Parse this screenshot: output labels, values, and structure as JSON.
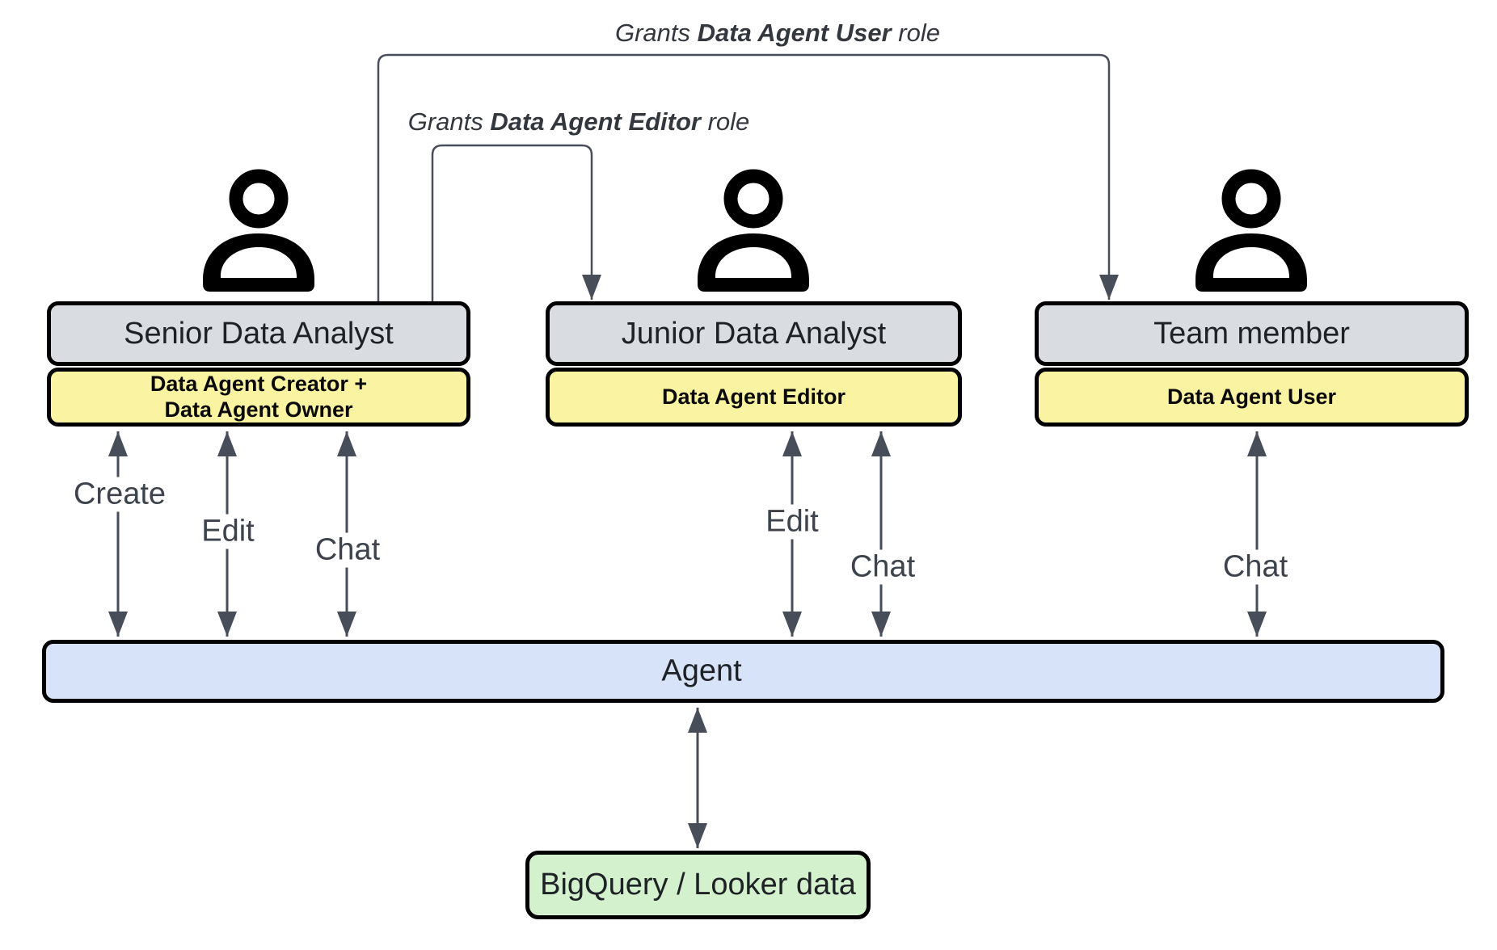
{
  "colors": {
    "title_box_fill": "#d9dce1",
    "role_box_fill": "#faf3a1",
    "agent_bar_fill": "#d7e3f9",
    "datastore_fill": "#d4f1ce",
    "border": "#000000",
    "connector": "#474e5a"
  },
  "grant_annotations": [
    {
      "prefix": "Grants ",
      "role": "Data Agent User",
      "suffix": " role"
    },
    {
      "prefix": "Grants ",
      "role": "Data Agent Editor",
      "suffix": " role"
    }
  ],
  "actors": [
    {
      "title": "Senior Data Analyst",
      "role": "Data Agent Creator +\nData Agent Owner"
    },
    {
      "title": "Junior Data Analyst",
      "role": "Data Agent Editor"
    },
    {
      "title": "Team member",
      "role": "Data Agent User"
    }
  ],
  "action_labels": {
    "create": "Create",
    "edit": "Edit",
    "chat": "Chat"
  },
  "agent": {
    "label": "Agent"
  },
  "datastore": {
    "label": "BigQuery / Looker data"
  }
}
